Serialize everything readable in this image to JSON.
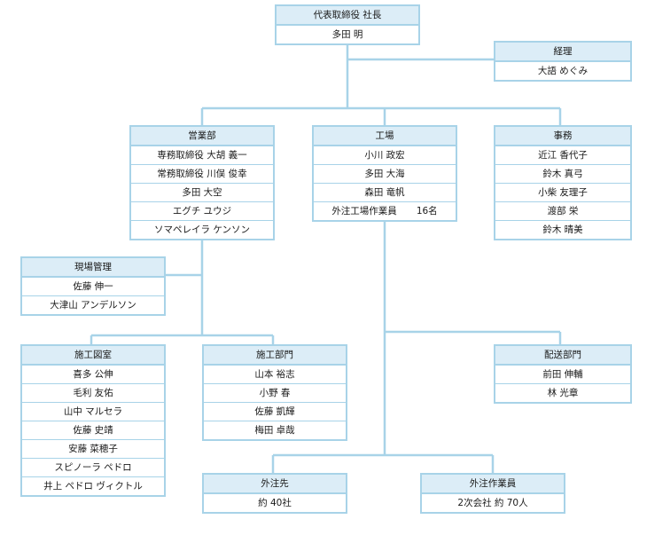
{
  "ceo": {
    "title": "代表取締役 社長",
    "members": [
      "多田 明"
    ]
  },
  "finance": {
    "title": "経理",
    "members": [
      "大語 めぐみ"
    ]
  },
  "sales": {
    "title": "営業部",
    "members": [
      "専務取締役 大胡 義一",
      "常務取締役 川俣 俊幸",
      "多田 大空",
      "エグチ ユウジ",
      "ソマペレイラ ケンソン"
    ]
  },
  "factory": {
    "title": "工場",
    "members": [
      "小川 政宏",
      "多田 大海",
      "森田 竜帆"
    ],
    "outsourced_label": "外注工場作業員",
    "outsourced_count": "16名"
  },
  "office": {
    "title": "事務",
    "members": [
      "近江 香代子",
      "鈴木 真弓",
      "小柴 友理子",
      "渡部 栄",
      "鈴木 晴美"
    ]
  },
  "site_management": {
    "title": "現場管理",
    "members": [
      "佐藤 伸一",
      "大津山 アンデルソン"
    ]
  },
  "drafting": {
    "title": "施工図室",
    "members": [
      "喜多 公伸",
      "毛利 友佑",
      "山中 マルセラ",
      "佐藤 史靖",
      "安藤 菜穂子",
      "スピノーラ ペドロ",
      "井上 ペドロ ヴィクトル"
    ]
  },
  "construction": {
    "title": "施工部門",
    "members": [
      "山本 裕志",
      "小野 春",
      "佐藤 凱輝",
      "梅田 卓哉"
    ]
  },
  "delivery": {
    "title": "配送部門",
    "members": [
      "前田 伸輔",
      "林 光章"
    ]
  },
  "subcontractors": {
    "title": "外注先",
    "members": [
      "約 40社"
    ]
  },
  "contract_workers": {
    "title": "外注作業員",
    "members": [
      "2次会社 約 70人"
    ]
  },
  "colors": {
    "line": "#a8d3e8",
    "header_bg": "#dcedf7",
    "text": "#1a1a1a"
  }
}
